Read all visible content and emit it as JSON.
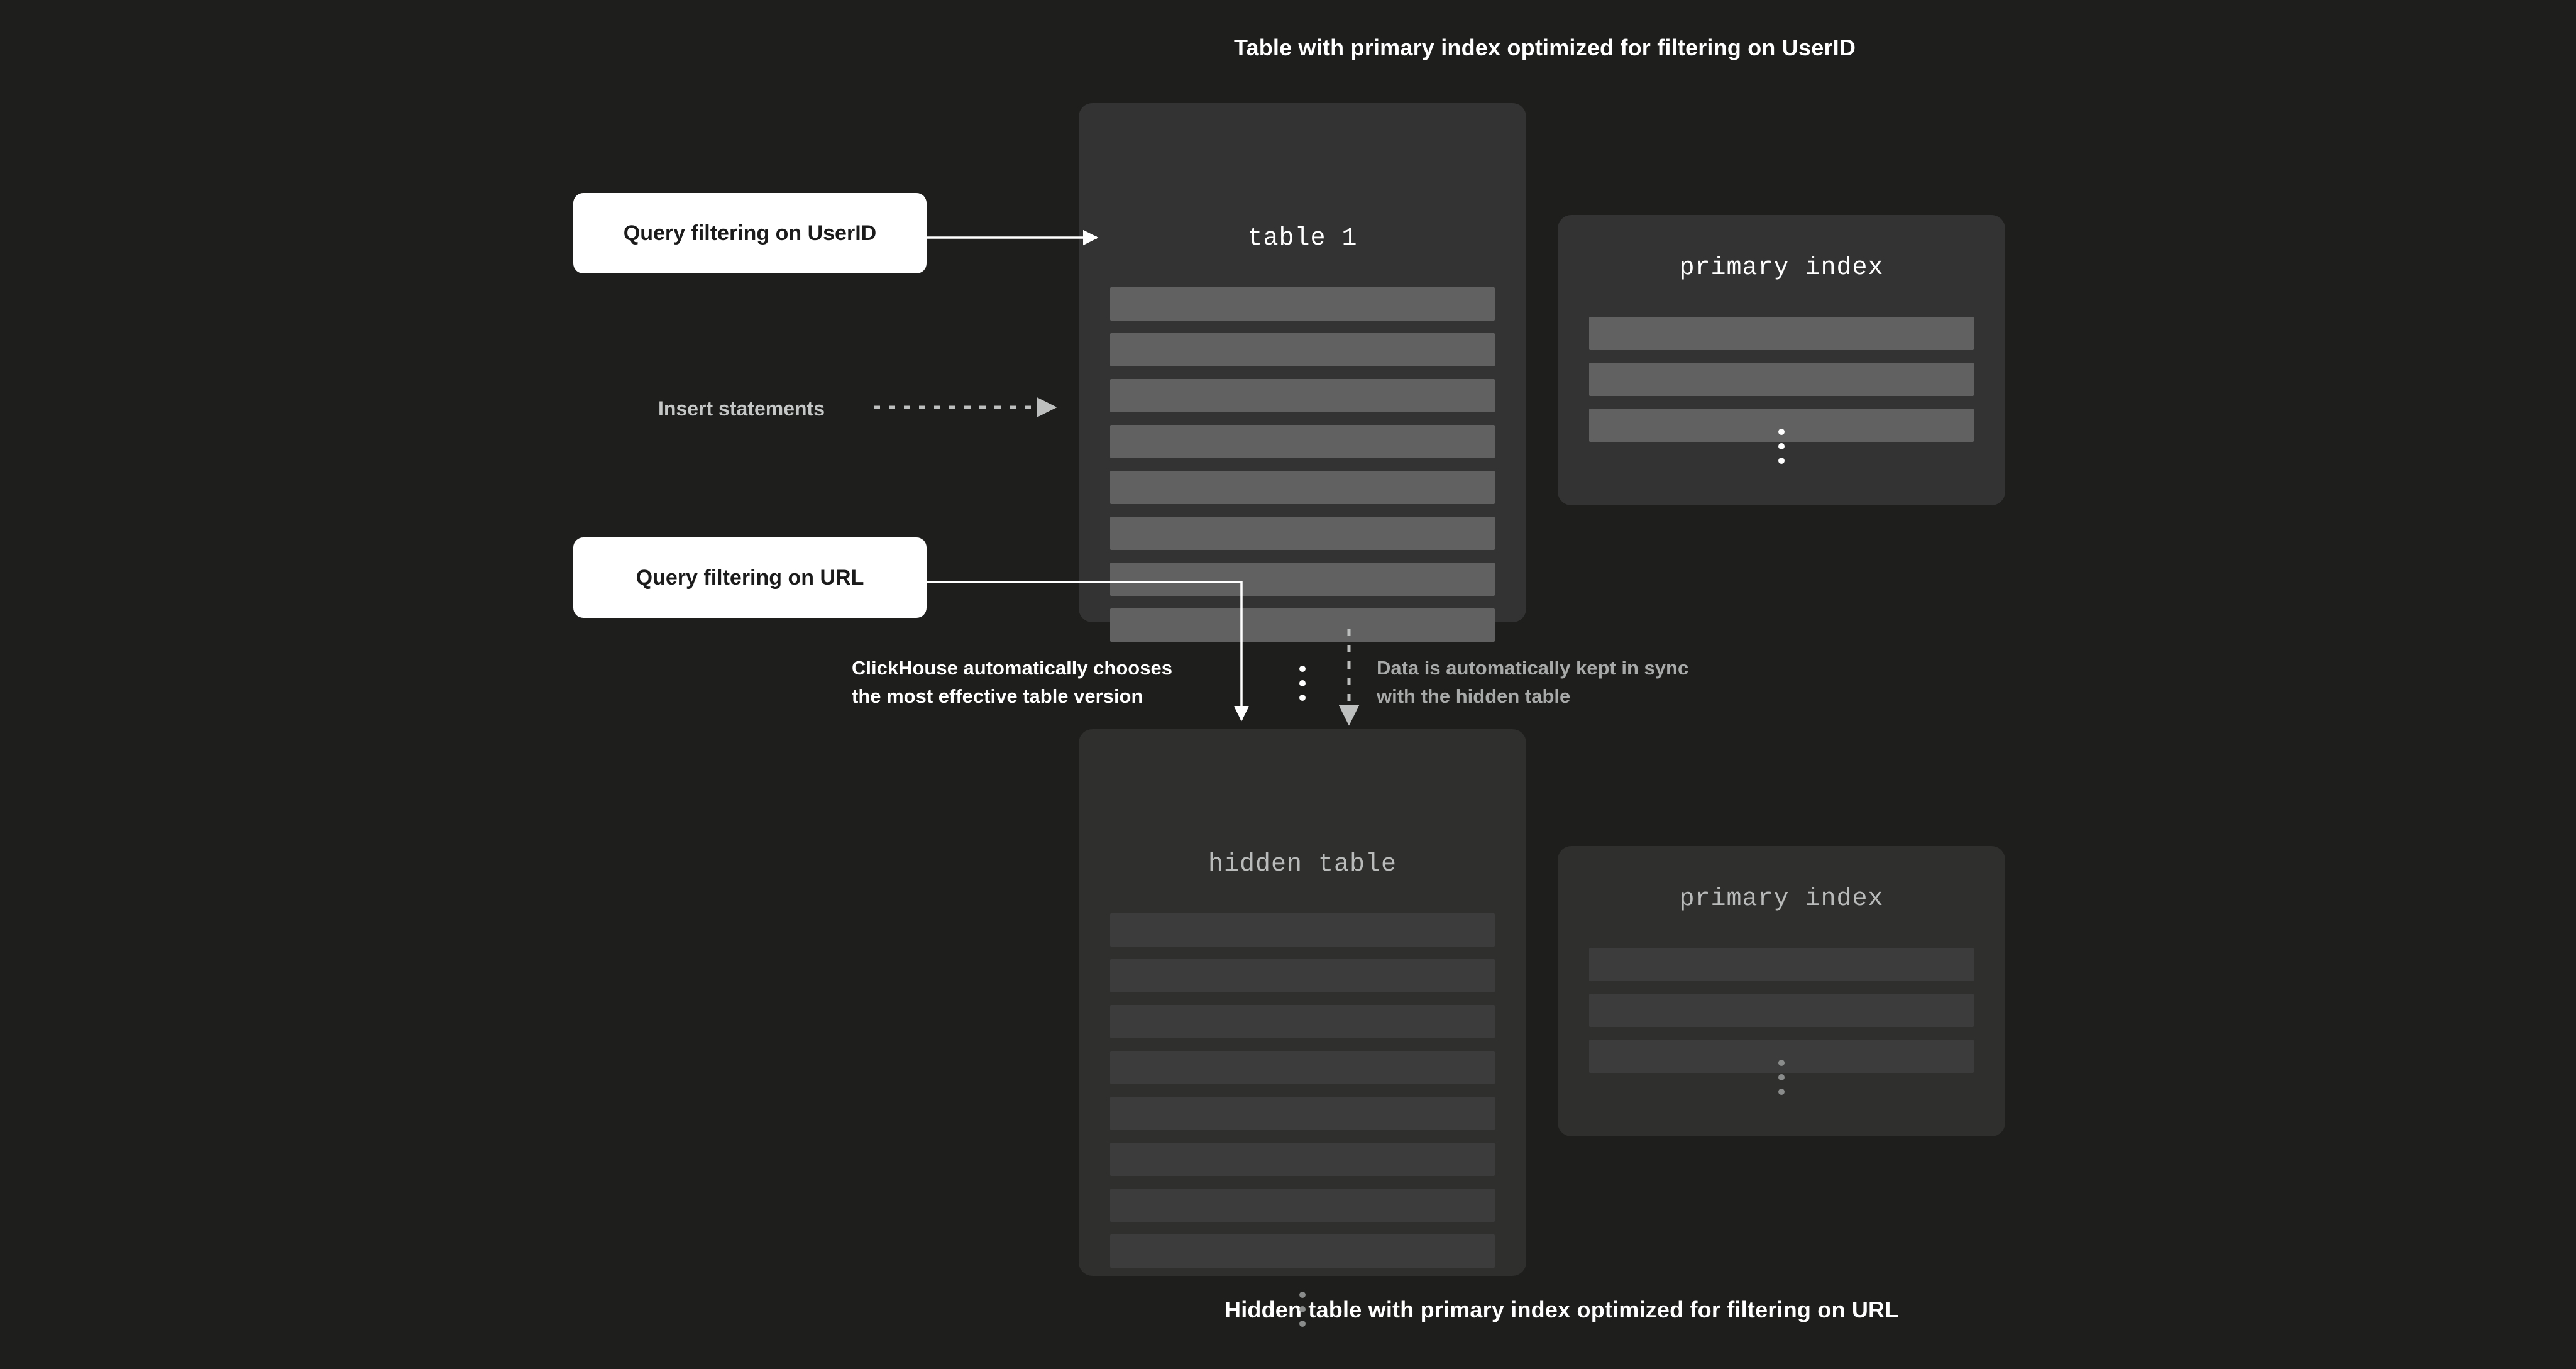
{
  "diagram": {
    "top_caption": "Table with primary index optimized for filtering on UserID",
    "bottom_caption": "Hidden table with primary index optimized for filtering on URL"
  },
  "callouts": {
    "query_userid": "Query filtering on UserID",
    "query_url": "Query filtering on URL"
  },
  "annotations": {
    "insert_statements": "Insert statements",
    "chooses_version": "ClickHouse automatically chooses\nthe most effective table version",
    "kept_in_sync": "Data is automatically kept in sync\nwith the hidden table"
  },
  "panels": {
    "table1": {
      "title": "table 1",
      "row_count": 8,
      "ellipsis": "⋮"
    },
    "primary_index_top": {
      "title": "primary index",
      "row_count": 3,
      "ellipsis": "⋮"
    },
    "hidden_table": {
      "title": "hidden table",
      "row_count": 8,
      "ellipsis": "⋮"
    },
    "primary_index_bottom": {
      "title": "primary index",
      "row_count": 3,
      "ellipsis": "⋮"
    }
  },
  "colors": {
    "background": "#1e1e1c",
    "panel_bright": "#333333",
    "panel_dim": "#2f2f2e",
    "row_bright": "#616161",
    "row_dim": "#3c3c3c",
    "callout_bg": "#ffffff",
    "callout_text": "#1b1b1b",
    "text_primary": "#ffffff",
    "text_muted": "#a8aaa9"
  }
}
